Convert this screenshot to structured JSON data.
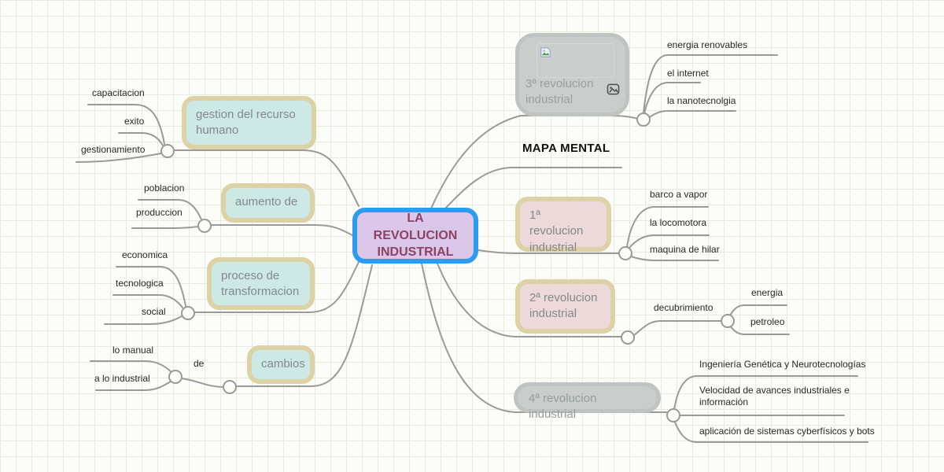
{
  "header": {
    "map_label": "MAPA MENTAL"
  },
  "root": {
    "label": "LA REVOLUCION INDUSTRIAL"
  },
  "colors": {
    "central_fill": "#d9c6e9",
    "central_border": "#2d9bf2",
    "teal_fill": "#cde9e6",
    "pink_fill": "#edd9da",
    "gray_fill": "#c9cdcc",
    "tan_border": "#dcd2a6",
    "line": "#9a9a9a"
  },
  "icons": {
    "rev3_attachment": "image-icon",
    "rev3_placeholder": "broken-image-icon"
  },
  "left": {
    "gestion": {
      "label": "gestion del recurso humano",
      "children": [
        "capacitacion",
        "exito",
        "gestionamiento"
      ]
    },
    "aumento": {
      "label": "aumento  de",
      "children": [
        "poblacion",
        "produccion"
      ]
    },
    "proceso": {
      "label": "proceso de transformacion",
      "children": [
        "economica",
        "tecnologica",
        "social"
      ]
    },
    "cambios": {
      "label": "cambios",
      "via": "de",
      "children": [
        "lo manual",
        "a lo industrial"
      ]
    }
  },
  "right": {
    "rev3": {
      "label": "3ª revolucion industrial",
      "children": [
        "energia renovables",
        "el internet",
        "la nanotecnolgia"
      ]
    },
    "rev1": {
      "label": "1ª revolucion industrial",
      "children": [
        "barco a vapor",
        "la locomotora",
        "maquina de hilar"
      ]
    },
    "rev2": {
      "label": "2ª revolucion industrial",
      "via": "decubrimiento",
      "children": [
        "energia",
        "petroleo"
      ]
    },
    "rev4": {
      "label": "4ª revolucion industrial",
      "children": [
        "Ingeniería Genética y Neurotecnologías",
        "Velocidad de avances industriales e información",
        "aplicación de sistemas cyberfísicos y bots"
      ]
    }
  }
}
